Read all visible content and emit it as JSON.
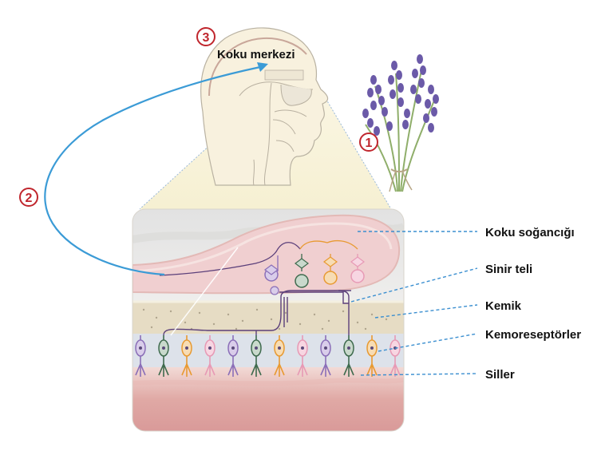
{
  "steps": {
    "step1": "1",
    "step2": "2",
    "step3": "3"
  },
  "labels": {
    "center": "Koku merkezi",
    "bulb": "Koku soğancığı",
    "nerve": "Sinir teli",
    "bone": "Kemik",
    "receptors": "Kemoreseptörler",
    "cilia": "Siller"
  },
  "colors": {
    "step_red": "#c0262d",
    "signal_blue": "#3b9bd6",
    "leader_blue": "#3b8fd0",
    "bulb_pink": "#f0cfd0",
    "bone_tan": "#e6dcc4",
    "lavender": "#6b5aa8",
    "stem_green": "#8fae6a"
  },
  "icons": {
    "head": "head-profile-icon",
    "flower": "lavender-icon",
    "cells": "neuron-icon"
  }
}
